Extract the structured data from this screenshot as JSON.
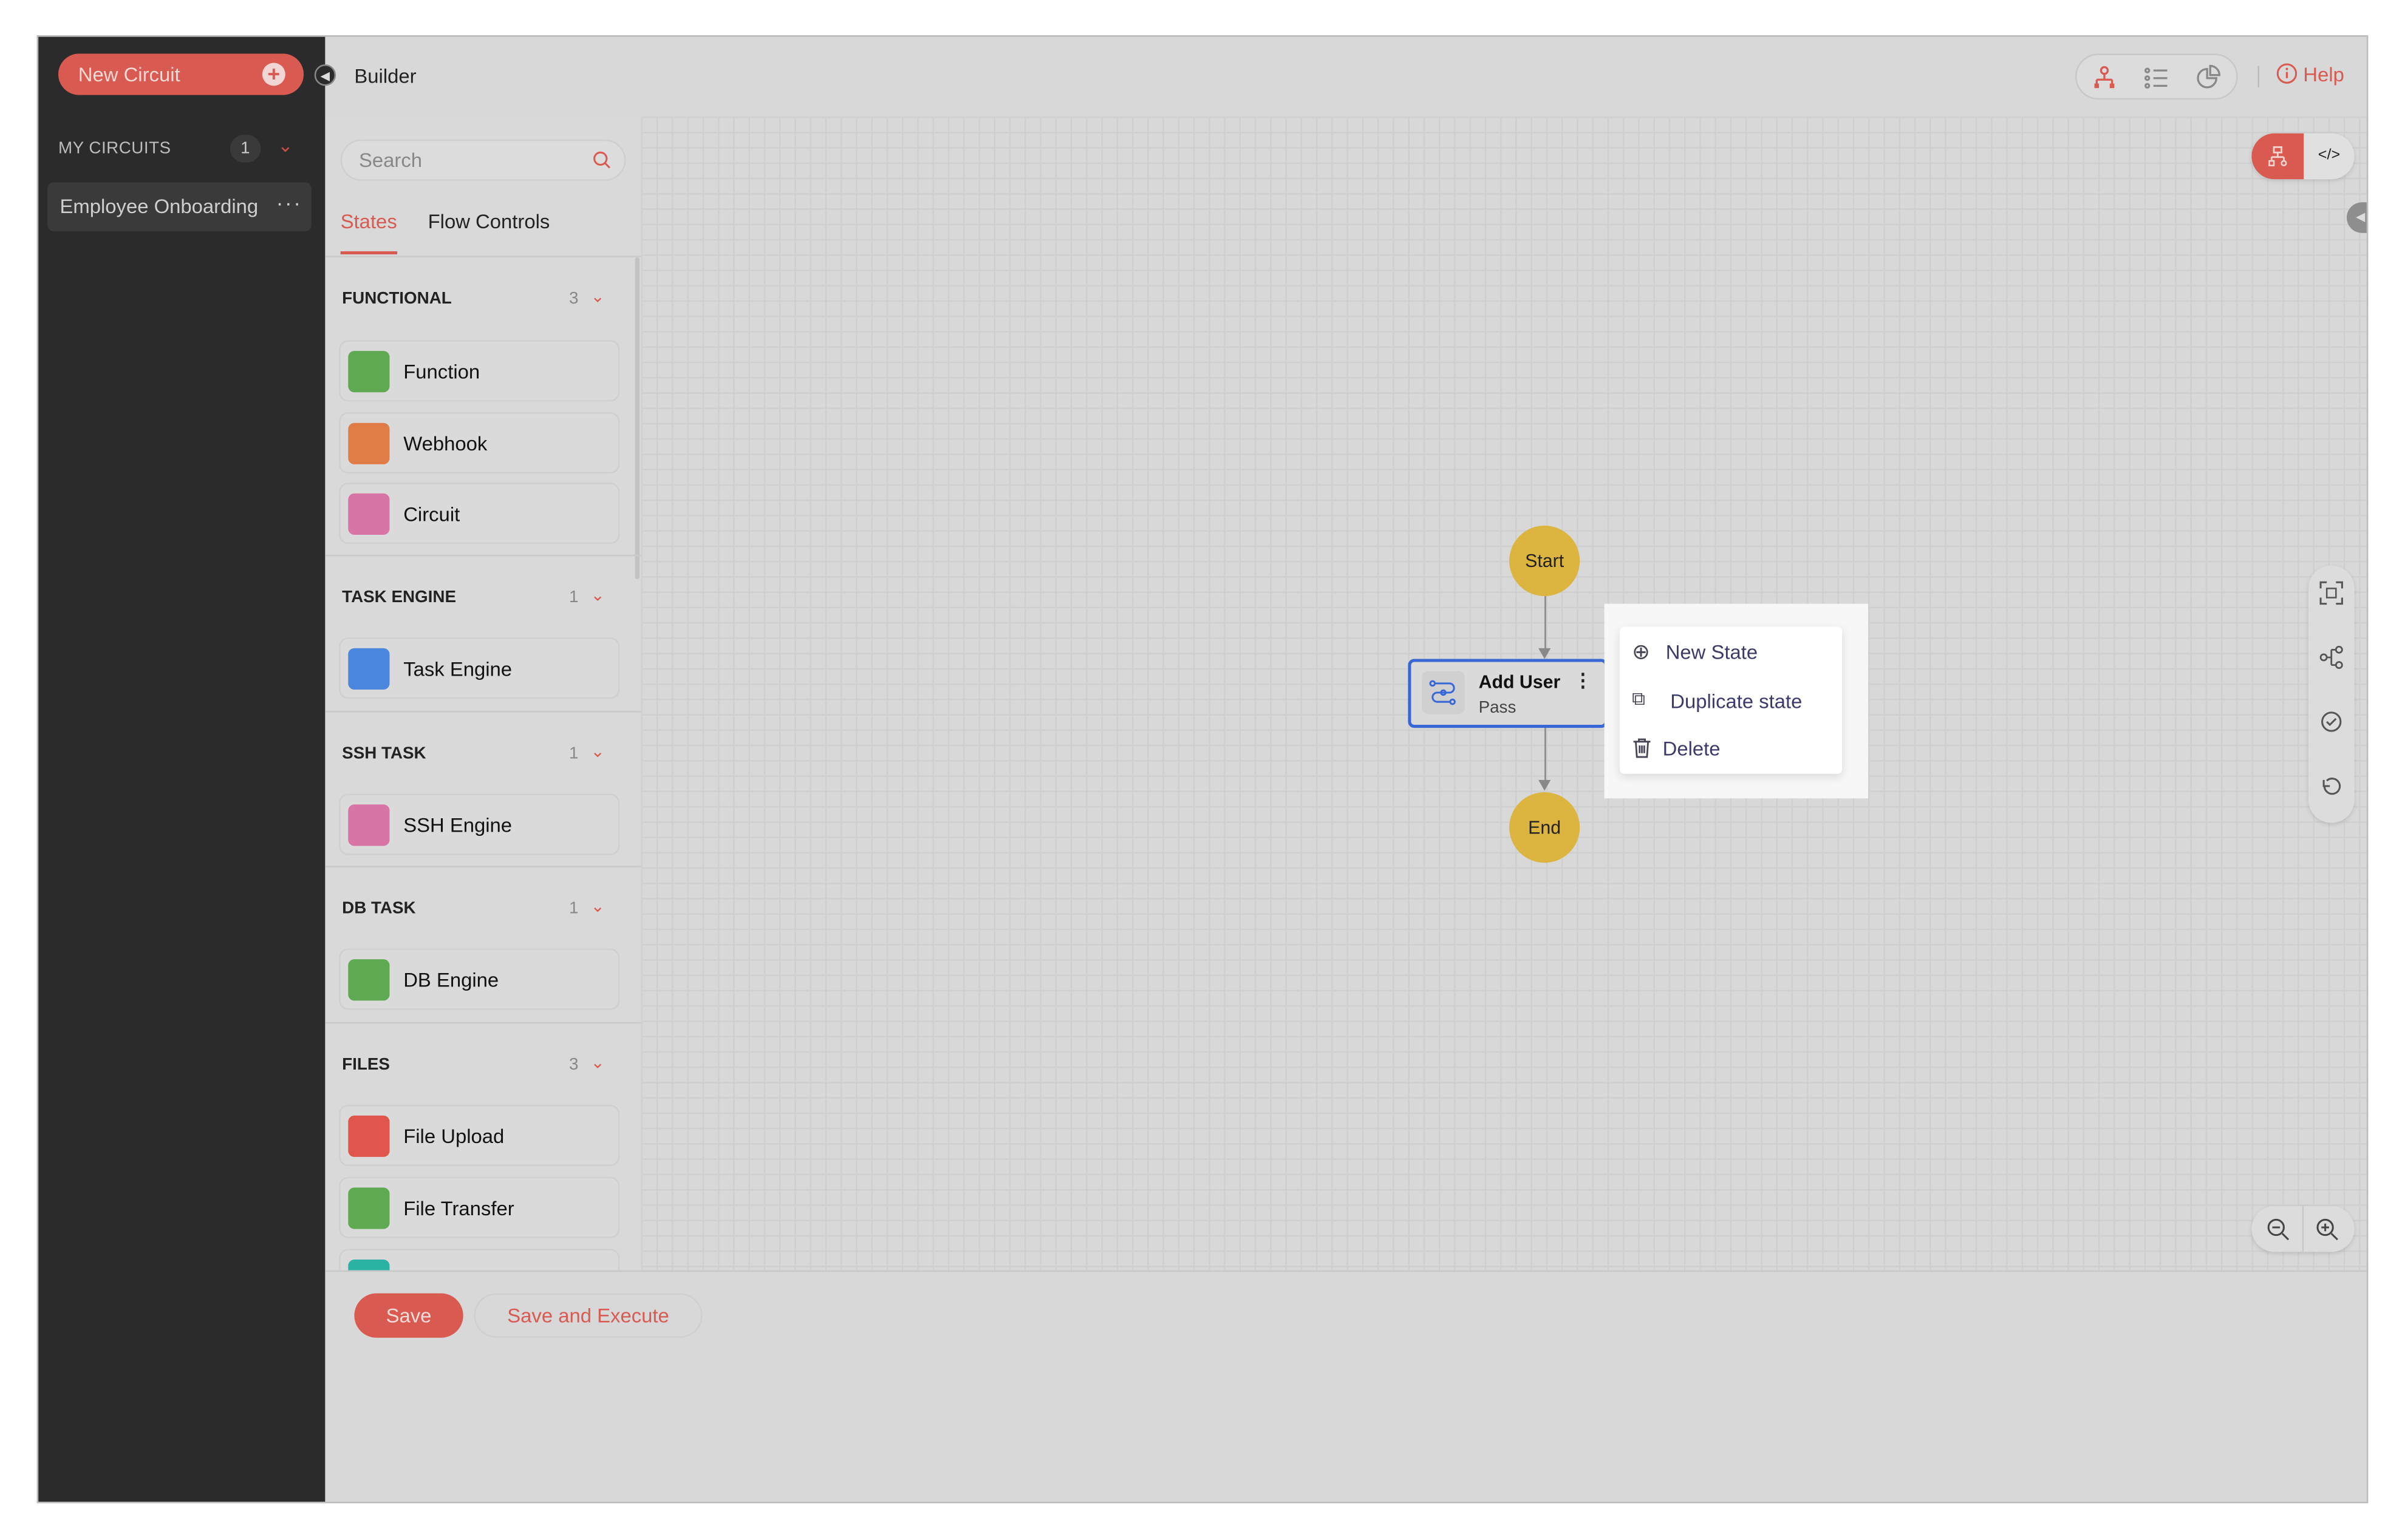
{
  "sidebar": {
    "new_circuit": "New Circuit",
    "my_circuits_label": "MY CIRCUITS",
    "my_circuits_count": "1",
    "circuits": [
      {
        "name": "Employee Onboarding"
      }
    ]
  },
  "header": {
    "title": "Builder",
    "help": "Help"
  },
  "panel": {
    "search_placeholder": "Search",
    "tabs": [
      "States",
      "Flow Controls"
    ],
    "categories": [
      {
        "name": "FUNCTIONAL",
        "count": "3",
        "items": [
          "Function",
          "Webhook",
          "Circuit"
        ]
      },
      {
        "name": "TASK ENGINE",
        "count": "1",
        "items": [
          "Task Engine"
        ]
      },
      {
        "name": "SSH TASK",
        "count": "1",
        "items": [
          "SSH Engine"
        ]
      },
      {
        "name": "DB TASK",
        "count": "1",
        "items": [
          "DB Engine"
        ]
      },
      {
        "name": "FILES",
        "count": "3",
        "items": [
          "File Upload",
          "File Transfer"
        ]
      }
    ]
  },
  "canvas": {
    "start": "Start",
    "end": "End",
    "state": {
      "name": "Add User",
      "type": "Pass"
    },
    "context_menu": [
      "New State",
      "Duplicate state",
      "Delete"
    ]
  },
  "footer": {
    "save": "Save",
    "save_execute": "Save and Execute"
  },
  "colors": {
    "accent": "#d95a50",
    "node": "#dcb440",
    "selected": "#3a67d6"
  }
}
